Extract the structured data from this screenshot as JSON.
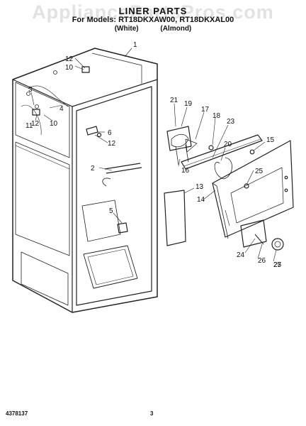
{
  "watermark": "AppliancePartsPros.com",
  "header": {
    "title": "LINER PARTS",
    "models": "For Models: RT18DKXAW00, RT18DKXAL00",
    "colors": "(White) (Almond)"
  },
  "callouts": [
    "1",
    "12",
    "10",
    "11",
    "12",
    "10",
    "4",
    "3",
    "6",
    "12",
    "2",
    "5",
    "21",
    "19",
    "17",
    "18",
    "23",
    "15",
    "20",
    "16",
    "25",
    "13",
    "14",
    "24",
    "26",
    "25",
    "27"
  ],
  "footer": {
    "doc_number": "4378137",
    "page_number": "3"
  }
}
